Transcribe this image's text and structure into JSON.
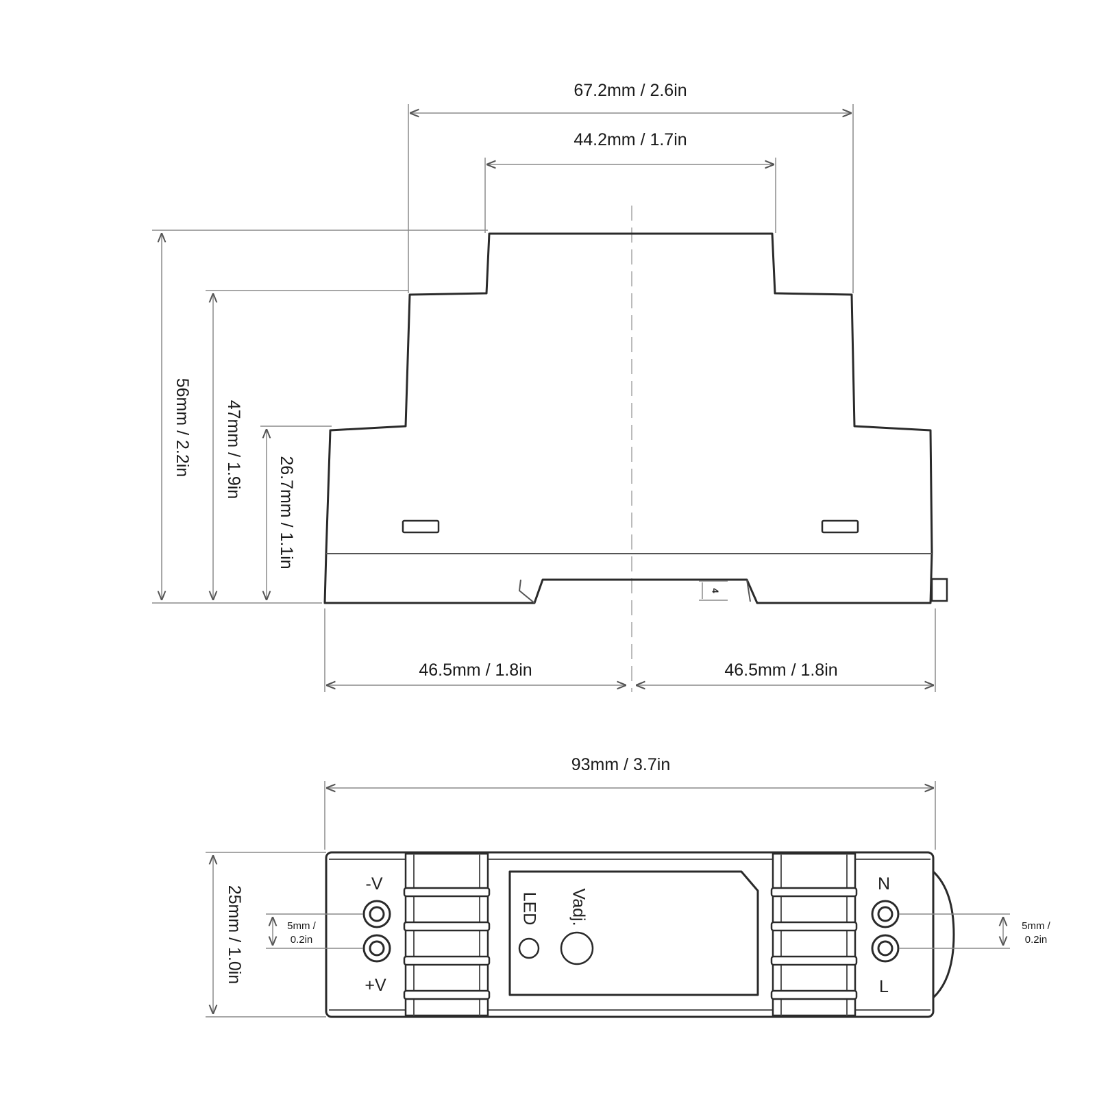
{
  "front_view": {
    "dim_top_overall": "67.2mm / 2.6in",
    "dim_top_inner": "44.2mm / 1.7in",
    "dim_height_total": "56mm / 2.2in",
    "dim_height_mid": "47mm / 1.9in",
    "dim_height_base": "26.7mm / 1.1in",
    "dim_half_left": "46.5mm / 1.8in",
    "dim_half_right": "46.5mm / 1.8in",
    "rail_marker": "4"
  },
  "top_view": {
    "dim_length": "93mm / 3.7in",
    "dim_width": "25mm / 1.0in",
    "pitch_left_line1": "5mm /",
    "pitch_left_line2": "0.2in",
    "pitch_right_line1": "5mm /",
    "pitch_right_line2": "0.2in",
    "label_minus_v": "-V",
    "label_plus_v": "+V",
    "label_n": "N",
    "label_l": "L",
    "label_led": "LED",
    "label_vadj": "Vadj."
  }
}
